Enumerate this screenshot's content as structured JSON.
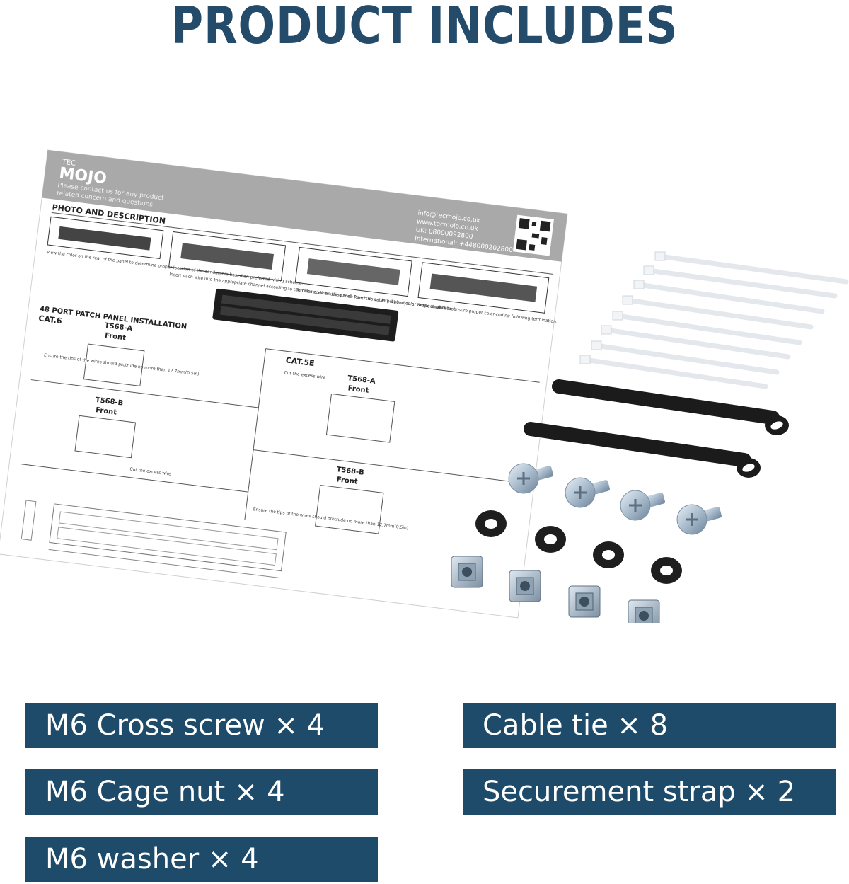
{
  "title": "PRODUCT INCLUDES",
  "manual": {
    "brand_small": "TEC",
    "brand": "MOJO",
    "contact_note_1": "Please contact us for any product",
    "contact_note_2": "related concern and questions",
    "email": "info@tecmojo.co.uk",
    "website": "www.tecmojo.co.uk",
    "uk_phone": "UK:  08000092800",
    "intl_phone": "International:  +448000202800",
    "section_photo": "PHOTO AND DESCRIPTION",
    "step1": "View the color on the rear of the panel to determine proper location of the conductors based on preferred wiring scheme.",
    "step2": "Insert each wire into the appropriate channel according to the color code on the panel; keep the cable perpendicular to the module.",
    "step3": "Terminate wires using tool. Punch down with 110 style or Krone impact tool.",
    "step4": "Inspect wires to ensure proper color-coding following termination.",
    "section_install": "48 PORT PATCH PANEL INSTALLATION",
    "cat6": "CAT.6",
    "cat5e": "CAT.5E",
    "t568a": "T568-A",
    "t568b": "T568-B",
    "front": "Front",
    "cut_wire": "Cut the excess wire",
    "ensure_tips": "Ensure the tips of the wires should protrude no more than 12.7mm(0.5in)"
  },
  "labels": {
    "screw": "M6 Cross screw × 4",
    "cage_nut": "M6 Cage nut × 4",
    "washer": "M6 washer × 4",
    "cable_tie": "Cable tie × 8",
    "strap": "Securement strap × 2"
  },
  "colors": {
    "title": "#244c6a",
    "label_bg": "#1f4b6a",
    "label_text": "#ffffff"
  }
}
